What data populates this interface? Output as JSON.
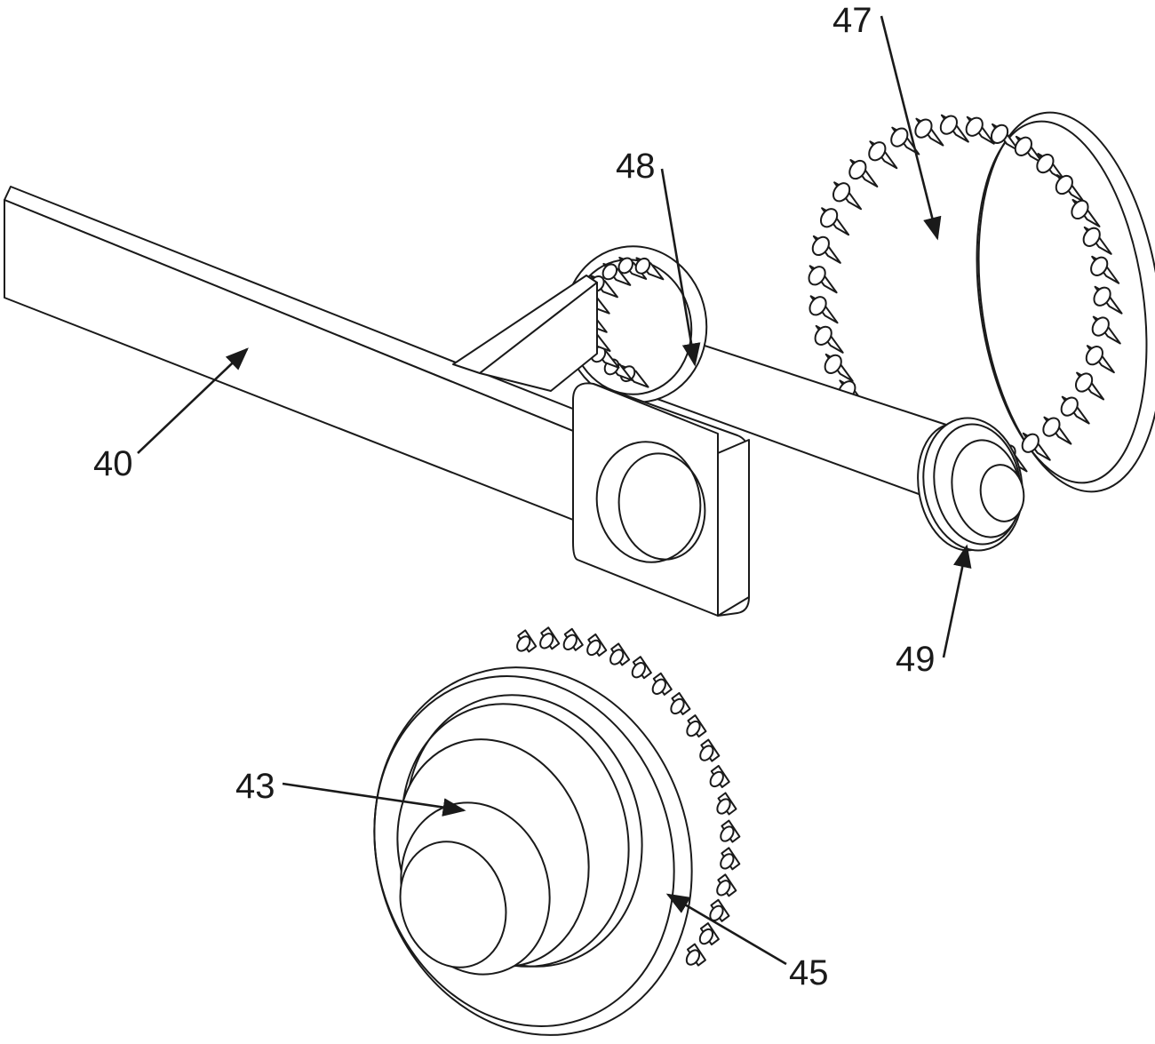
{
  "colors": {
    "line": "#1a1a1a",
    "background": "#ffffff"
  },
  "labels": {
    "l40": "40",
    "l43": "43",
    "l45": "45",
    "l47": "47",
    "l48": "48",
    "l49": "49"
  }
}
